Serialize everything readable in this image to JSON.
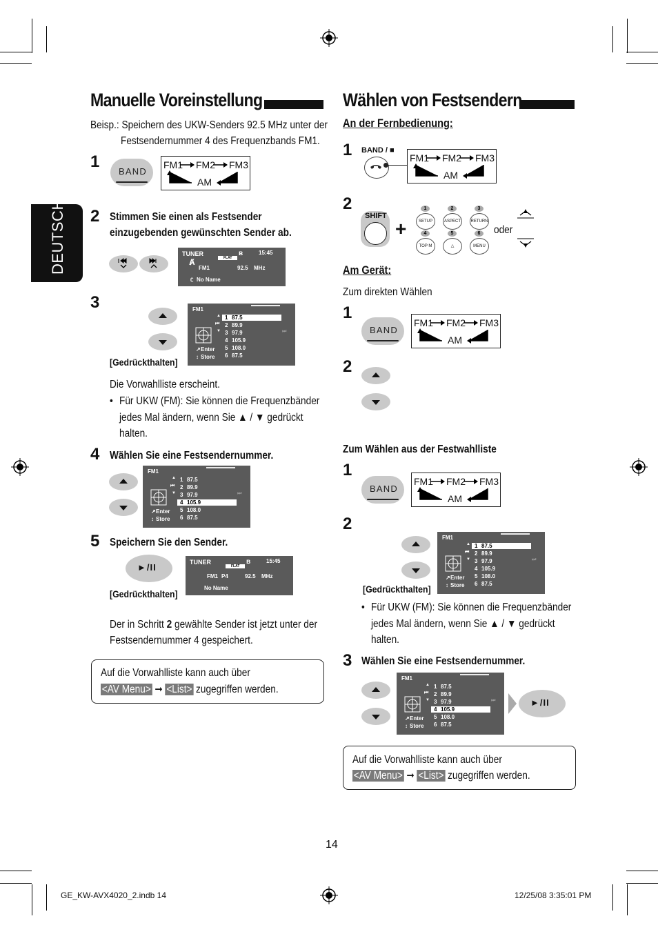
{
  "left": {
    "title": "Manuelle Voreinstellung",
    "intro1": "Beisp.: Speichern des UKW-Senders 92.5 MHz unter der",
    "intro2": "Festsendernummer 4 des Frequenzbands FM1.",
    "step1": "1",
    "step2": "2",
    "step2_text1": "Stimmen Sie einen als Festsender",
    "step2_text2": "einzugebenden gewünschten Sender ab.",
    "step3": "3",
    "held1": "[Gedrückthalten]",
    "list_appears": "Die Vorwahlliste erscheint.",
    "bullet": "•",
    "bullet_line1": "Für UKW (FM): Sie können die Frequenzbänder",
    "bullet_line2": "jedes Mal ändern, wenn Sie ▲ / ▼ gedrückt",
    "bullet_line3": "halten.",
    "step4": "4",
    "step4_text": "Wählen Sie eine Festsendernummer.",
    "step5": "5",
    "step5_text": "Speichern Sie den Sender.",
    "held2": "[Gedrückthalten]",
    "saved_line1_a": "Der in Schritt ",
    "saved_line1_b": "2",
    "saved_line1_c": " gewählte Sender ist jetzt unter der",
    "saved_line2": "Festsendernummer 4 gespeichert.",
    "note_line1": "Auf die Vorwahlliste kann auch über",
    "note_av": "<AV Menu>",
    "note_list": "<List>",
    "note_tail": "zugegriffen werden."
  },
  "right": {
    "title": "Wählen von Festsendern",
    "remote_heading": "An der Fernbedienung:",
    "step1": "1",
    "band_label": "BAND / ■",
    "step2": "2",
    "shift": "SHIFT",
    "keys": [
      {
        "num": "1",
        "label": "SETUP"
      },
      {
        "num": "2",
        "label": "ASPECT"
      },
      {
        "num": "3",
        "label": "RETURN"
      },
      {
        "num": "4",
        "label": "TOP M"
      },
      {
        "num": "5",
        "label": "△"
      },
      {
        "num": "6",
        "label": "MENU"
      }
    ],
    "oder": "oder",
    "device_heading": "Am Gerät:",
    "direct_heading": "Zum direkten Wählen",
    "d_step1": "1",
    "d_step2": "2",
    "list_heading": "Zum Wählen aus der Festwahlliste",
    "l_step1": "1",
    "l_step2": "2",
    "held": "[Gedrückthalten]",
    "bullet": "•",
    "bullet_line1": "Für UKW (FM): Sie können die Frequenzbänder",
    "bullet_line2": "jedes Mal ändern, wenn Sie ▲ / ▼ gedrückt",
    "bullet_line3": "halten.",
    "l_step3": "3",
    "step3_text": "Wählen Sie eine Festsendernummer.",
    "note_line1": "Auf die Vorwahlliste kann auch über",
    "note_av": "<AV Menu>",
    "note_list": "<List>",
    "note_tail": "zugegriffen werden."
  },
  "side_tab": "DEUTSCH",
  "band_button": "BAND",
  "band_flow": {
    "fm1": "FM1",
    "fm2": "FM2",
    "fm3": "FM3",
    "am": "AM"
  },
  "play_button": "►/II",
  "tuner_screen": {
    "source": "TUNER",
    "flat": "FLAT",
    "time": "15:45",
    "band": "FM1",
    "freq": "92.5",
    "unit": "MHz",
    "name": "No Name",
    "preset": "P4"
  },
  "preset_screen": {
    "band": "FM1",
    "enter": "Enter",
    "store": "Store",
    "presets": [
      {
        "n": "1",
        "f": "87.5"
      },
      {
        "n": "2",
        "f": "89.9"
      },
      {
        "n": "3",
        "f": "97.9"
      },
      {
        "n": "4",
        "f": "105.9"
      },
      {
        "n": "5",
        "f": "108.0"
      },
      {
        "n": "6",
        "f": "87.5"
      }
    ]
  },
  "page_number": "14",
  "footer": {
    "file": "GE_KW-AVX4020_2.indb   14",
    "date": "12/25/08   3:35:01 PM"
  }
}
